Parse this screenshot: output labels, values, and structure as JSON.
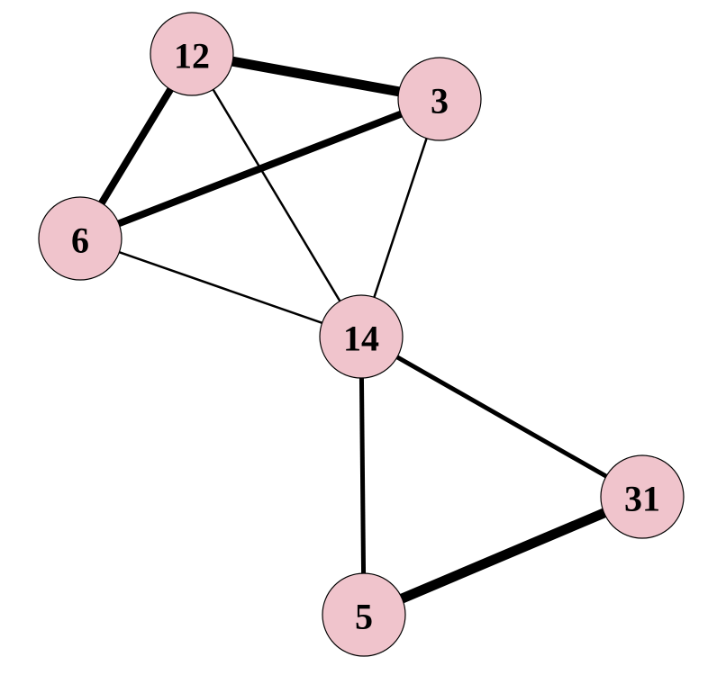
{
  "graph": {
    "node_fill": "#f0c4cc",
    "node_stroke": "#000000",
    "edge_color": "#000000",
    "nodes": [
      {
        "id": "n12",
        "label": "12"
      },
      {
        "id": "n3",
        "label": "3"
      },
      {
        "id": "n6",
        "label": "6"
      },
      {
        "id": "n14",
        "label": "14"
      },
      {
        "id": "n31",
        "label": "31"
      },
      {
        "id": "n5",
        "label": "5"
      }
    ],
    "edges": [
      {
        "source": "n12",
        "target": "n3",
        "weight": "heavy"
      },
      {
        "source": "n12",
        "target": "n6",
        "weight": "thick"
      },
      {
        "source": "n12",
        "target": "n14",
        "weight": "thin"
      },
      {
        "source": "n3",
        "target": "n6",
        "weight": "thick"
      },
      {
        "source": "n3",
        "target": "n14",
        "weight": "thin"
      },
      {
        "source": "n6",
        "target": "n14",
        "weight": "thin"
      },
      {
        "source": "n14",
        "target": "n31",
        "weight": "medium"
      },
      {
        "source": "n14",
        "target": "n5",
        "weight": "medium"
      },
      {
        "source": "n31",
        "target": "n5",
        "weight": "heavy"
      }
    ]
  }
}
